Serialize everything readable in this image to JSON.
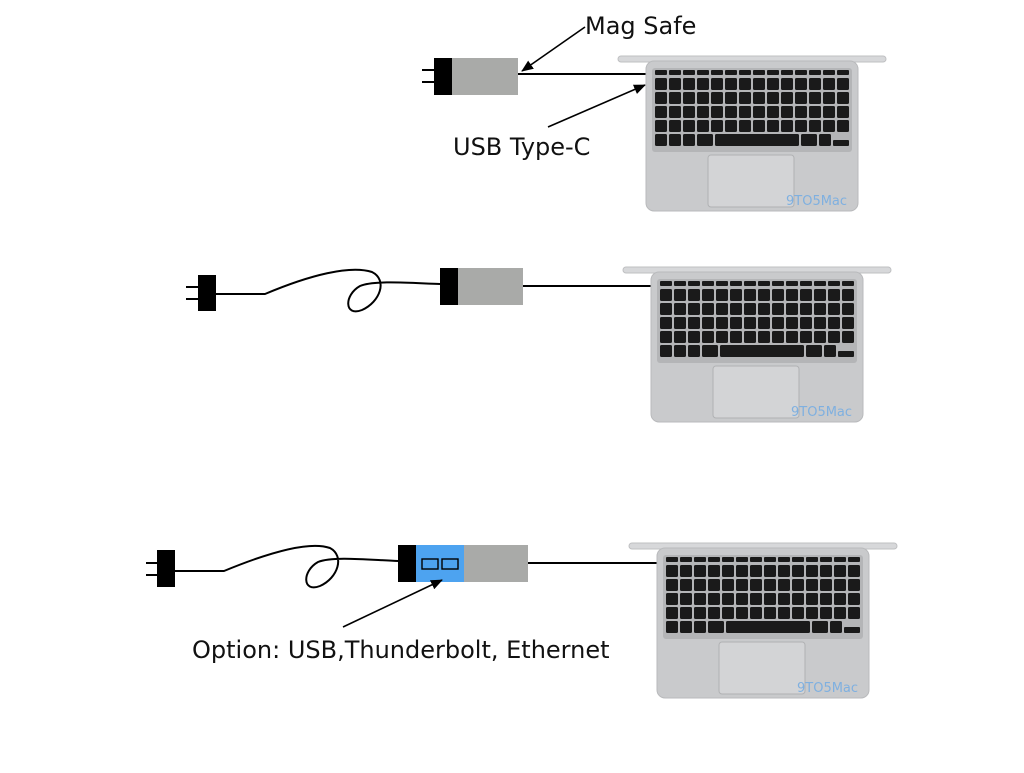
{
  "labels": {
    "magsafe": "Mag Safe",
    "usbc": "USB Type-C",
    "option": "Option: USB,Thunderbolt, Ethernet"
  },
  "watermark": "9TO5Mac",
  "colors": {
    "line": "#000000",
    "adapter_gray": "#a9aaa8",
    "plug_black": "#000000",
    "port_blue": "#4da3f0",
    "laptop_silver": "#c9cacc",
    "laptop_edge": "#b9babc",
    "key_black": "#1a1a1a",
    "watermark_blue": "#7fb0e0"
  },
  "icons": [
    "plug-icon",
    "laptop-icon",
    "usb-port-icon"
  ]
}
